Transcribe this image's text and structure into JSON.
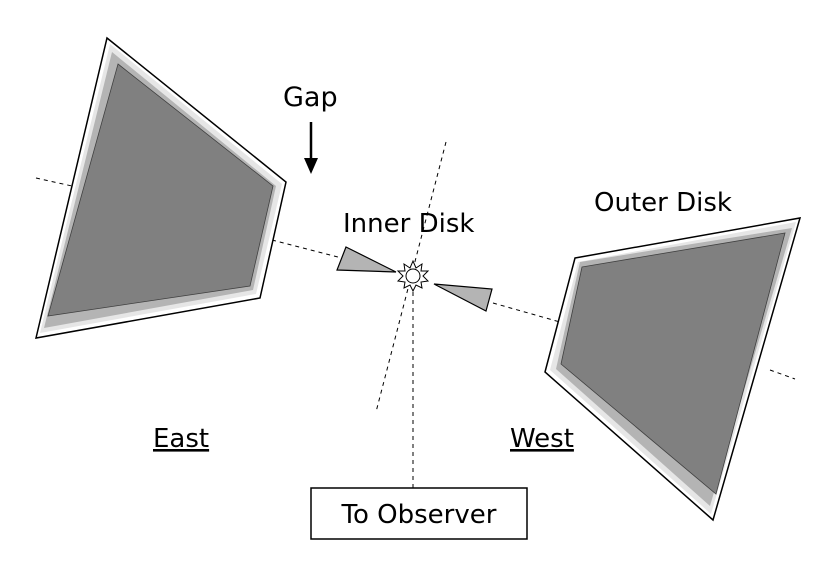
{
  "labels": {
    "gap": "Gap",
    "inner_disk": "Inner Disk",
    "outer_disk": "Outer Disk",
    "east": "East",
    "west": "West",
    "to_observer": "To Observer"
  },
  "colors": {
    "disk_fill": "#808080",
    "disk_rim_light": "#e6e6e6",
    "disk_rim_mid": "#b4b4b4",
    "outline": "#000000",
    "background": "#ffffff"
  }
}
